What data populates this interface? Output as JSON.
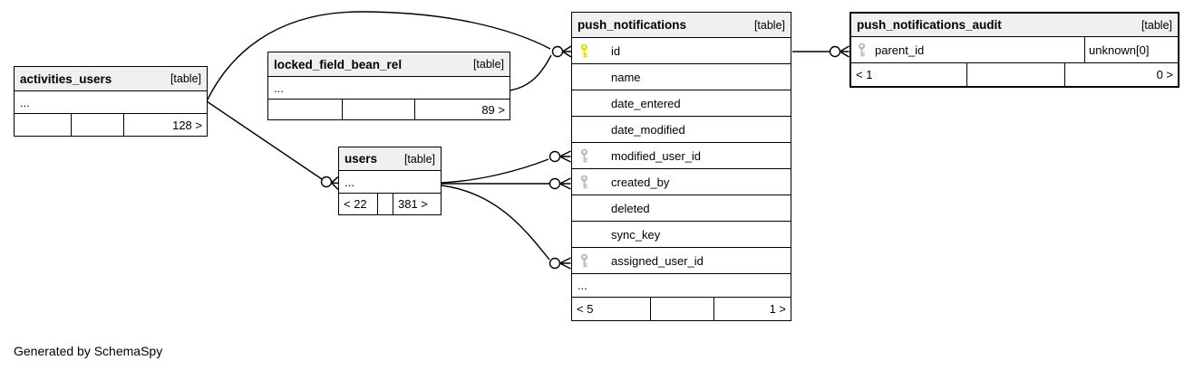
{
  "note": "Generated by SchemaSpy",
  "colors": {
    "background": "#ffffff",
    "table_header_bg": "#f0f0f0",
    "border": "#000000",
    "primary_key_icon": "#e3e300",
    "foreign_key_icon": "#bdbdbd"
  },
  "icons": {
    "primary_key": "key-icon-yellow",
    "foreign_key": "key-icon-gray"
  },
  "tables": {
    "activities_users": {
      "title": "activities_users",
      "tag": "[table]",
      "ellipsis": "...",
      "footer": {
        "left": "",
        "mid": "",
        "right": "128 >"
      }
    },
    "locked_field_bean_rel": {
      "title": "locked_field_bean_rel",
      "tag": "[table]",
      "ellipsis": "...",
      "footer": {
        "left": "",
        "mid": "",
        "right": "89 >"
      }
    },
    "users": {
      "title": "users",
      "tag": "[table]",
      "ellipsis": "...",
      "footer": {
        "left": "< 22",
        "mid": "",
        "right": "381 >"
      }
    },
    "push_notifications": {
      "title": "push_notifications",
      "tag": "[table]",
      "columns": [
        {
          "name": "id",
          "key": "primary"
        },
        {
          "name": "name",
          "key": "none"
        },
        {
          "name": "date_entered",
          "key": "none"
        },
        {
          "name": "date_modified",
          "key": "none"
        },
        {
          "name": "modified_user_id",
          "key": "foreign"
        },
        {
          "name": "created_by",
          "key": "foreign"
        },
        {
          "name": "deleted",
          "key": "none"
        },
        {
          "name": "sync_key",
          "key": "none"
        },
        {
          "name": "assigned_user_id",
          "key": "foreign"
        }
      ],
      "ellipsis": "...",
      "footer": {
        "left": "< 5",
        "mid": "",
        "right": "1 >"
      }
    },
    "push_notifications_audit": {
      "title": "push_notifications_audit",
      "tag": "[table]",
      "columns": [
        {
          "name": "parent_id",
          "type": "unknown[0]",
          "key": "foreign"
        }
      ],
      "footer": {
        "left": "< 1",
        "mid": "",
        "right": "0 >"
      }
    }
  },
  "relationships": [
    {
      "from": "activities_users",
      "to": "push_notifications.id"
    },
    {
      "from": "locked_field_bean_rel",
      "to": "push_notifications.id"
    },
    {
      "from": "activities_users",
      "to": "users"
    },
    {
      "from": "users",
      "to": "push_notifications.modified_user_id"
    },
    {
      "from": "users",
      "to": "push_notifications.created_by"
    },
    {
      "from": "users",
      "to": "push_notifications.assigned_user_id"
    },
    {
      "from": "push_notifications.id",
      "to": "push_notifications_audit.parent_id"
    }
  ]
}
